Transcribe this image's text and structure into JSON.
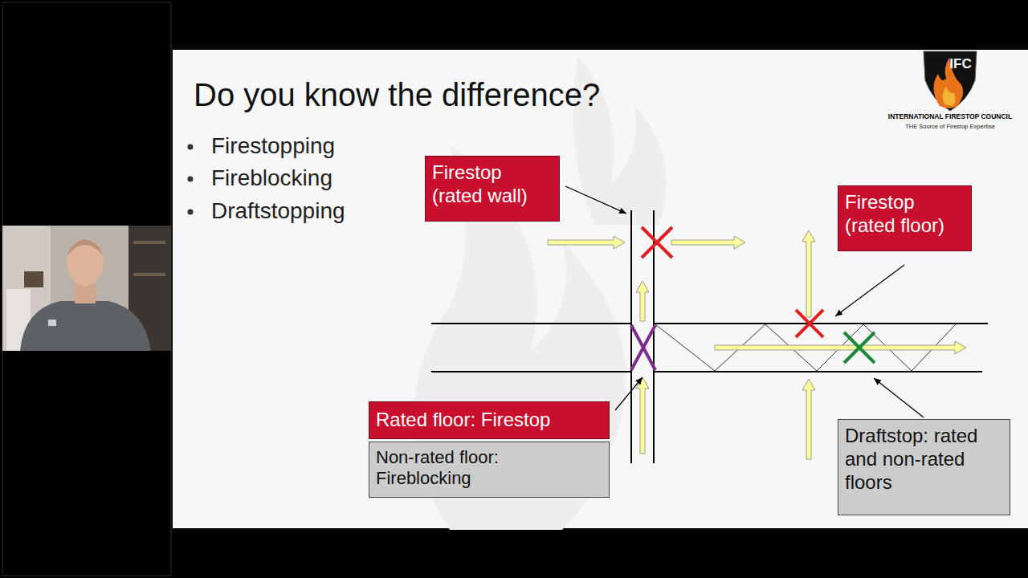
{
  "diagram": {
    "title": "Do you know the difference?",
    "nodes": [
      {
        "text": [
          "Firestop (rated wall)"
        ]
      },
      {
        "text": [
          "Firestop (rated floor)"
        ]
      },
      {
        "text": [
          "Rated floor: Firestop"
        ]
      },
      {
        "text": [
          "Non-rated floor: Fireblocking"
        ]
      },
      {
        "text": [
          "Draftstop: rated and non-rated floors"
        ]
      }
    ],
    "labels": [
      "Firestopping",
      "Fireblocking",
      "Draftstopping",
      "IFC",
      "INTERNATIONAL FIRESTOP COUNCIL",
      "THE Source of Firestop Expertise"
    ]
  }
}
